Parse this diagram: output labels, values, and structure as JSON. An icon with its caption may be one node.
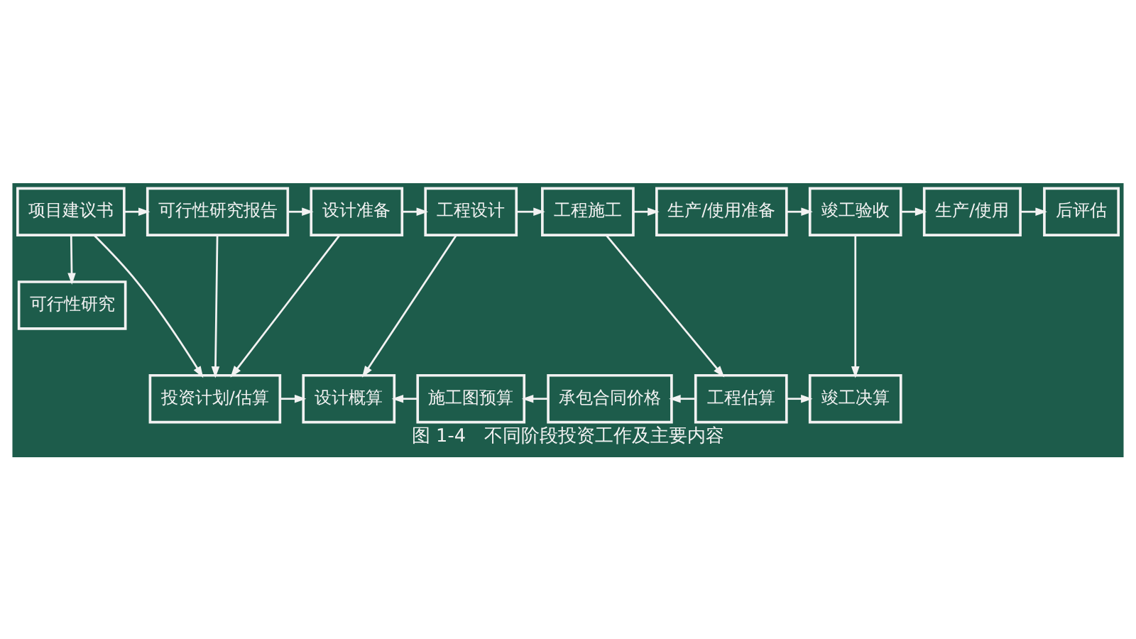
{
  "diagram": {
    "caption": "图 1-4　不同阶段投资工作及主要内容",
    "nodes": [
      {
        "text": [
          "项目建议书"
        ]
      },
      {
        "text": [
          "可行性研究"
        ]
      },
      {
        "text": [
          "可行性研究报告"
        ]
      },
      {
        "text": [
          "设计准备"
        ]
      },
      {
        "text": [
          "工程设计"
        ]
      },
      {
        "text": [
          "工程施工"
        ]
      },
      {
        "text": [
          "生产/使用准备"
        ]
      },
      {
        "text": [
          "竣工验收"
        ]
      },
      {
        "text": [
          "生产/使用"
        ]
      },
      {
        "text": [
          "后评估"
        ]
      },
      {
        "text": [
          "投资计划/估算"
        ]
      },
      {
        "text": [
          "设计概算"
        ]
      },
      {
        "text": [
          "施工图预算"
        ]
      },
      {
        "text": [
          "承包合同价格"
        ]
      },
      {
        "text": [
          "工程估算"
        ]
      },
      {
        "text": [
          "竣工决算"
        ]
      }
    ],
    "edges": [
      {
        "from": 0,
        "to": 2,
        "arrow": "to"
      },
      {
        "from": 0,
        "to": 1,
        "arrow": "to"
      },
      {
        "from": 2,
        "to": 3,
        "arrow": "to"
      },
      {
        "from": 3,
        "to": 4,
        "arrow": "to"
      },
      {
        "from": 4,
        "to": 5,
        "arrow": "to"
      },
      {
        "from": 5,
        "to": 6,
        "arrow": "to"
      },
      {
        "from": 6,
        "to": 7,
        "arrow": "to"
      },
      {
        "from": 7,
        "to": 8,
        "arrow": "to"
      },
      {
        "from": 8,
        "to": 9,
        "arrow": "to"
      },
      {
        "from": 0,
        "to": 10,
        "arrow": "to"
      },
      {
        "from": 2,
        "to": 10,
        "arrow": "to"
      },
      {
        "from": 3,
        "to": 10,
        "arrow": "to"
      },
      {
        "from": 10,
        "to": 11,
        "arrow": "to"
      },
      {
        "from": 4,
        "to": 11,
        "arrow": "to"
      },
      {
        "from": 12,
        "to": 11,
        "arrow": "to"
      },
      {
        "from": 13,
        "to": 12,
        "arrow": "to"
      },
      {
        "from": 14,
        "to": 13,
        "arrow": "to"
      },
      {
        "from": 5,
        "to": 14,
        "arrow": "to"
      },
      {
        "from": 14,
        "to": 15,
        "arrow": "to"
      },
      {
        "from": 7,
        "to": 15,
        "arrow": "to"
      }
    ]
  }
}
